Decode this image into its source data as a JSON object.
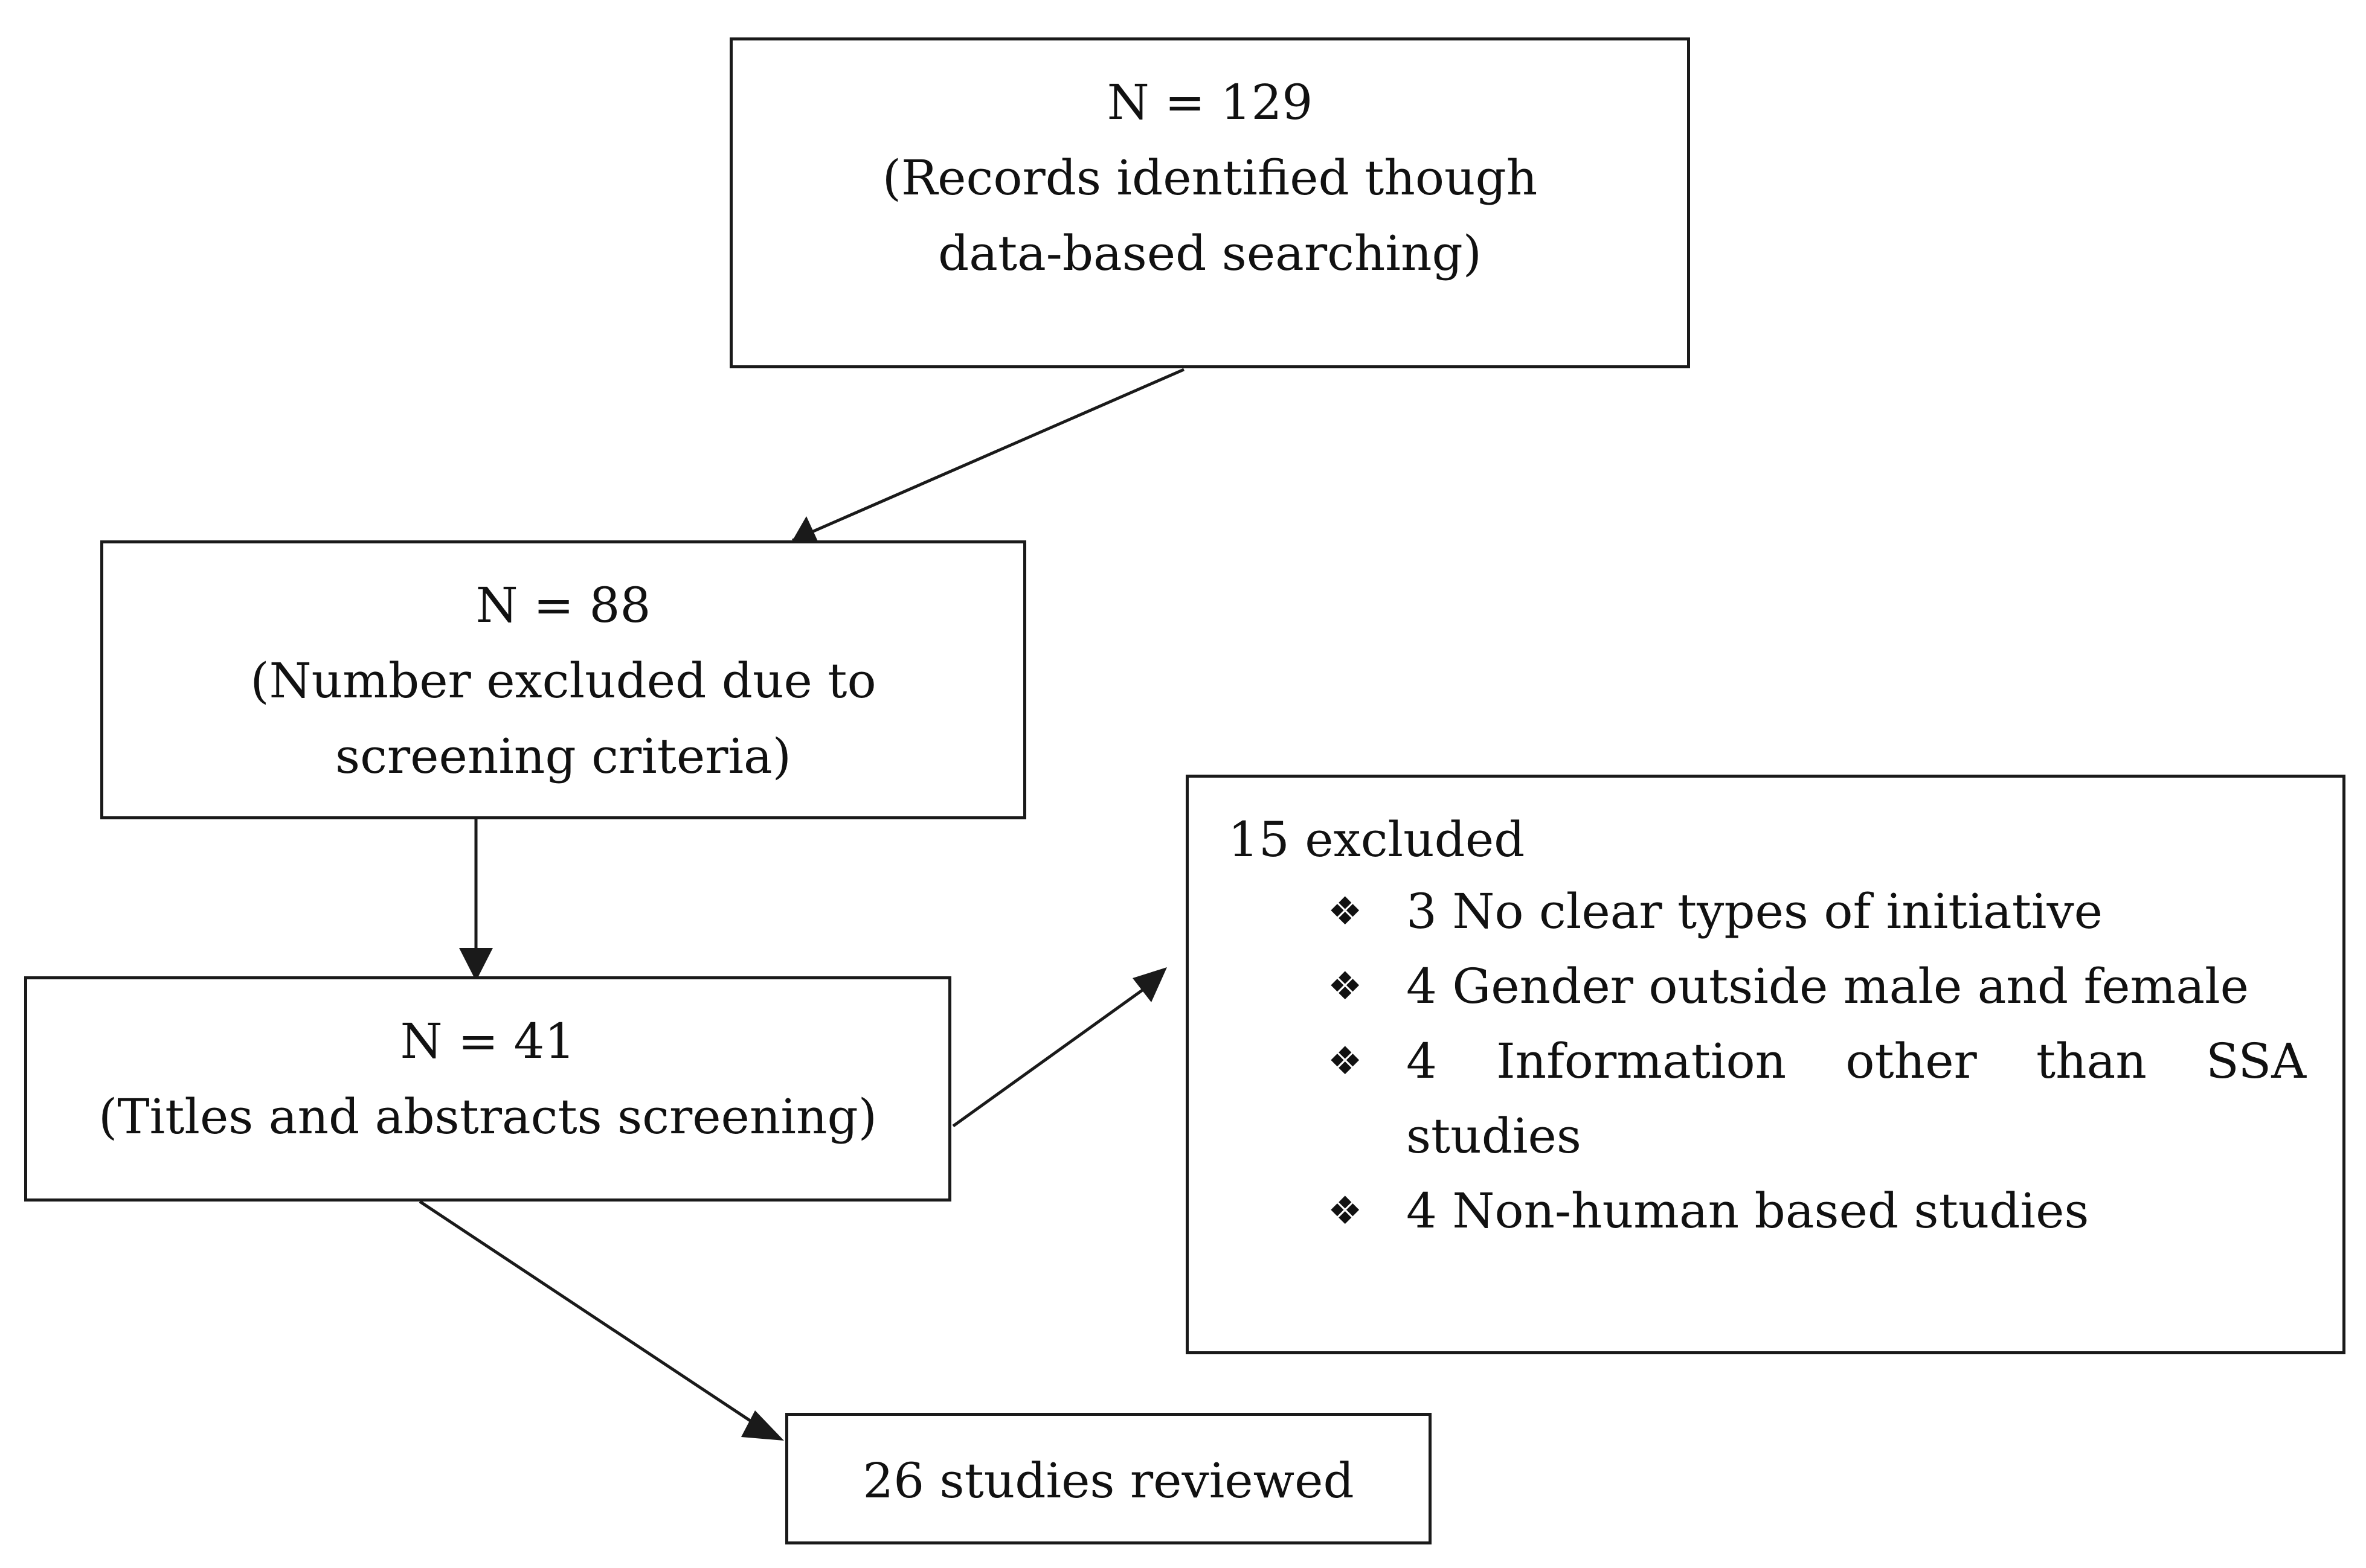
{
  "nodes": {
    "records": {
      "count": "N = 129",
      "line1": "(Records identified though",
      "line2": "data-based searching)"
    },
    "excluded_screening": {
      "count": "N = 88",
      "line1": "(Number excluded due to",
      "line2": "screening criteria)"
    },
    "titles_abstracts": {
      "count": "N = 41",
      "line1": "(Titles and abstracts screening)"
    },
    "reviewed": {
      "label": "26 studies reviewed"
    },
    "excluded_15": {
      "title": "15 excluded",
      "bullet_icon": "diamond-four-dots-icon",
      "items": [
        "3 No clear types of initiative",
        "4 Gender outside male and female",
        "4 Information other than SSA studies",
        "4 Non-human based studies"
      ]
    }
  },
  "edges": [
    {
      "from": "records",
      "to": "excluded_screening"
    },
    {
      "from": "excluded_screening",
      "to": "titles_abstracts"
    },
    {
      "from": "titles_abstracts",
      "to": "excluded_15"
    },
    {
      "from": "titles_abstracts",
      "to": "reviewed"
    }
  ],
  "colors": {
    "stroke": "#1a1a1a",
    "background": "#ffffff"
  }
}
